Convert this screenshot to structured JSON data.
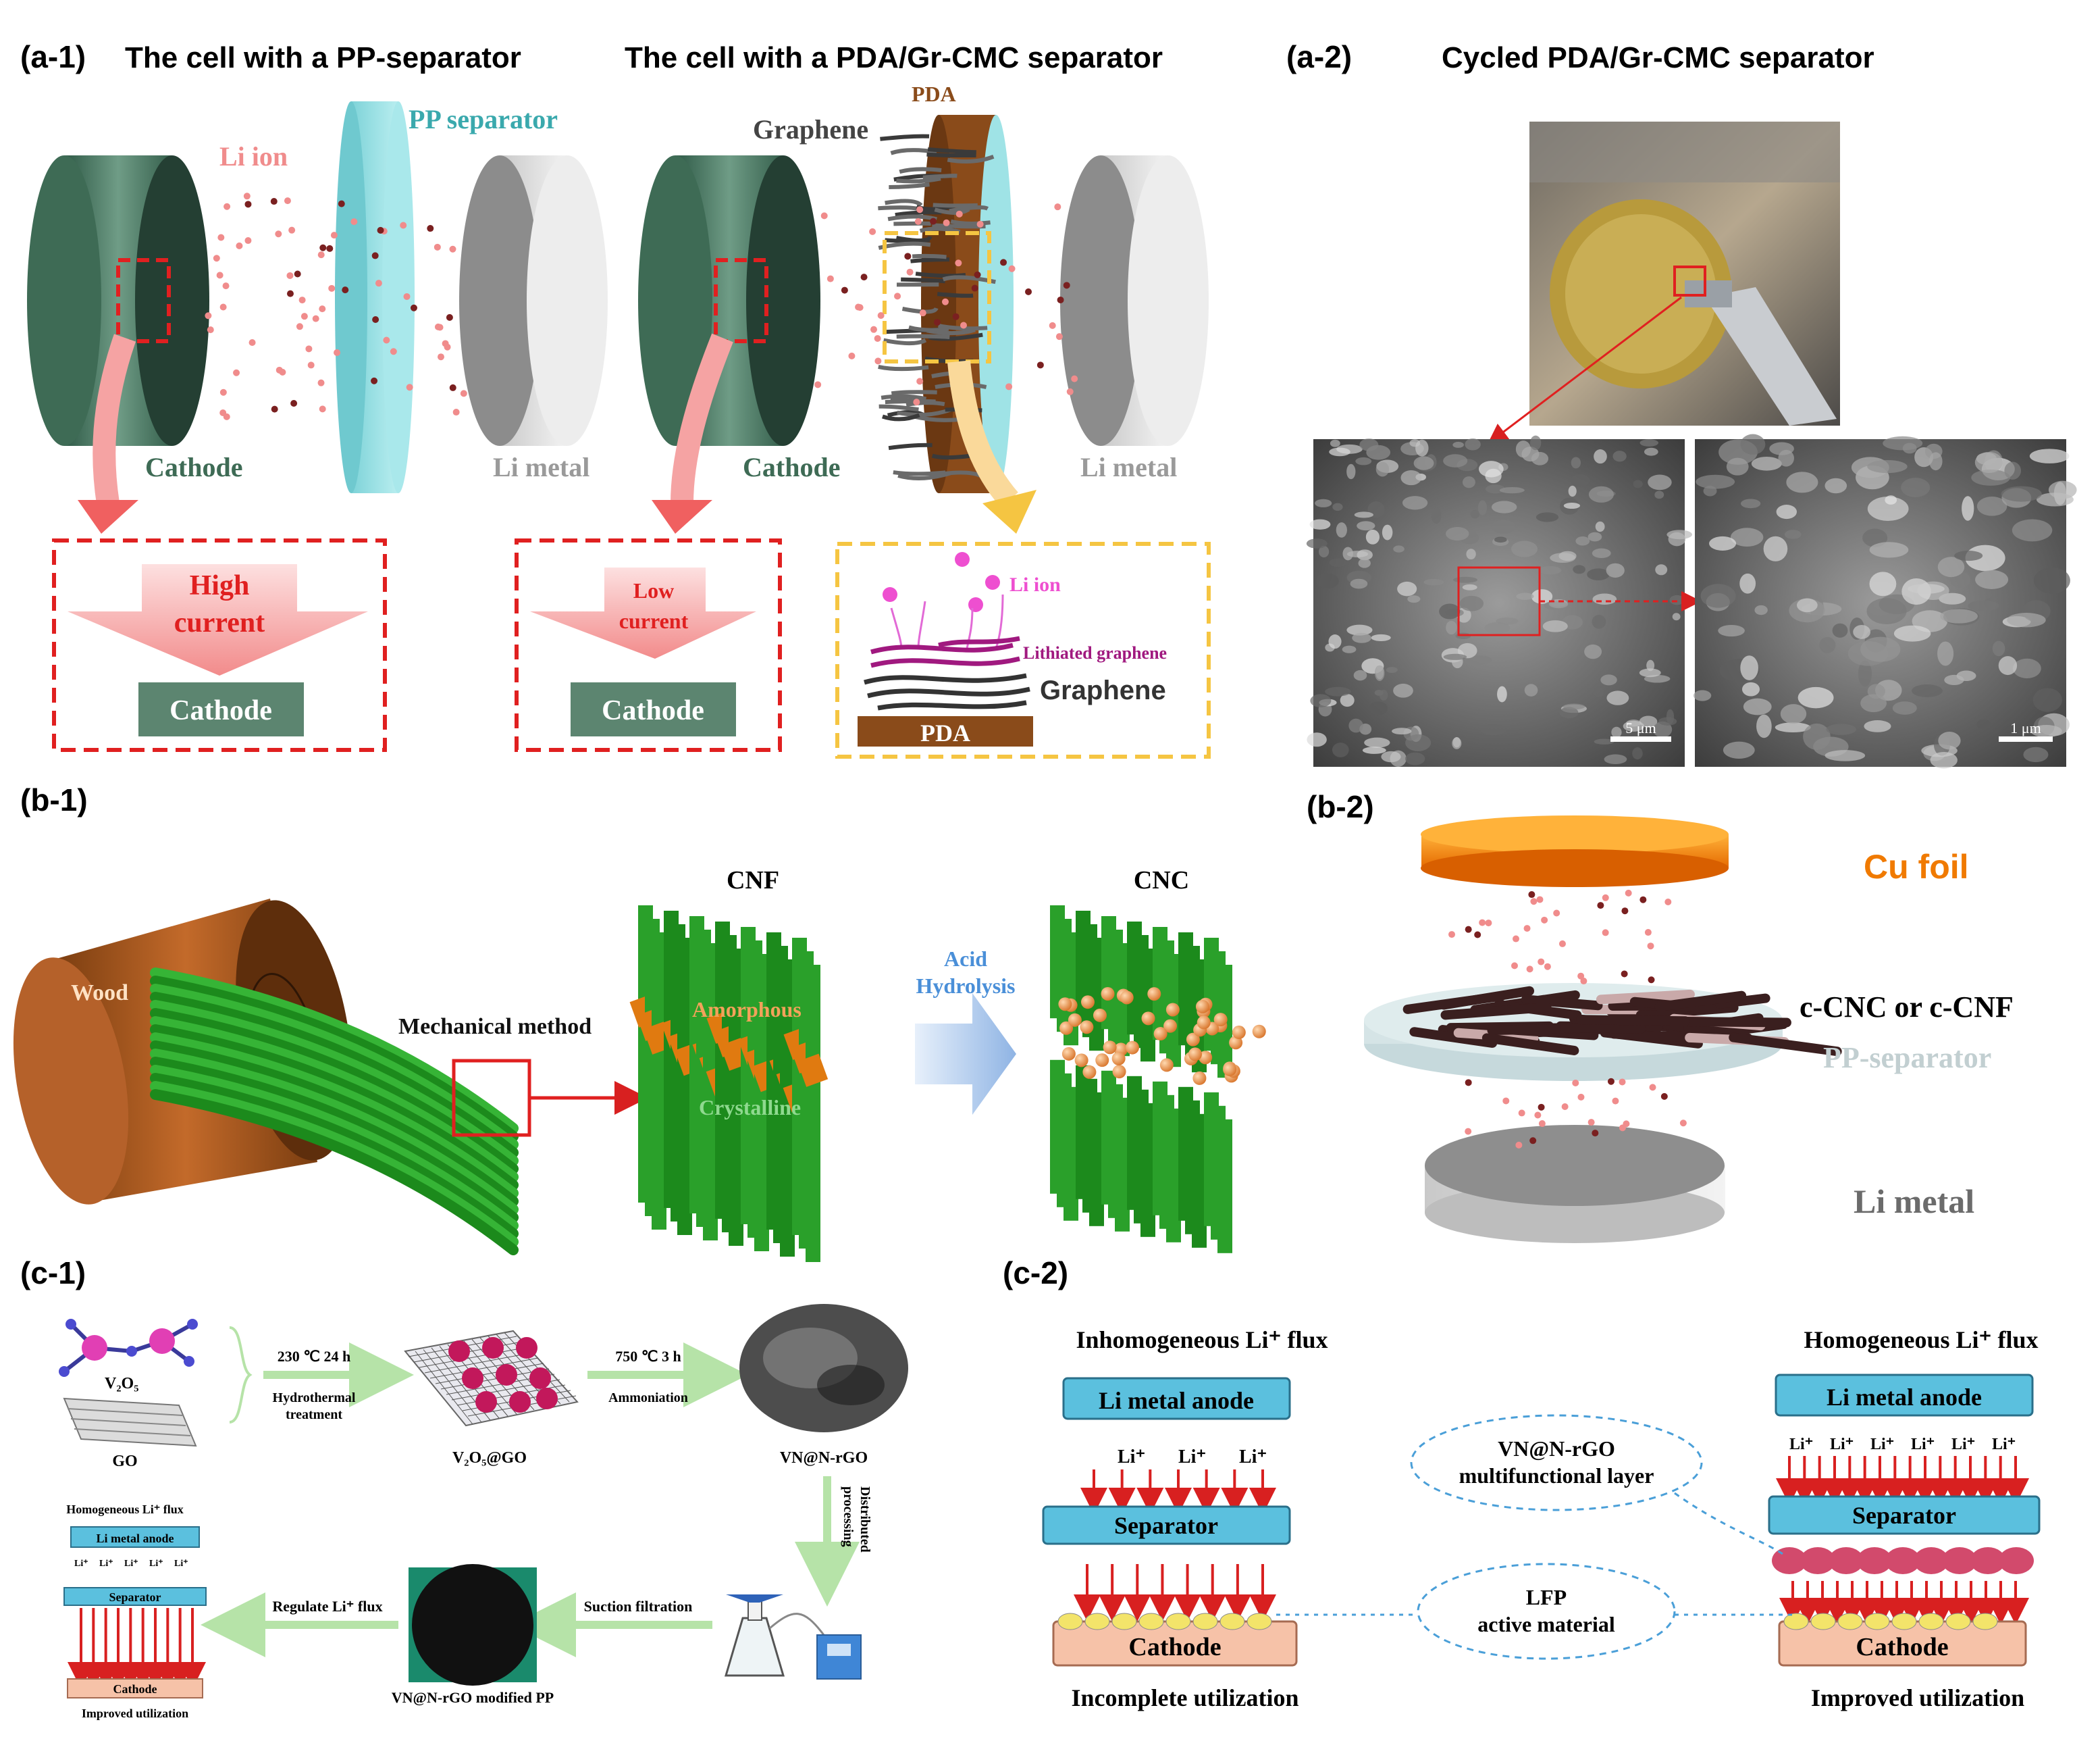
{
  "panels": {
    "a1": {
      "label": "(a-1)",
      "title_pp": "The cell with a PP-separator",
      "title_pda": "The cell with a PDA/Gr-CMC separator",
      "pp_separator": "PP separator",
      "li_ion": "Li ion",
      "graphene": "Graphene",
      "pda": "PDA",
      "cathode": "Cathode",
      "li_metal": "Li metal",
      "high_current": [
        "High",
        "current"
      ],
      "low_current": [
        "Low",
        "current"
      ],
      "box_cathode": "Cathode",
      "inset_li_ion": "Li ion",
      "inset_lithiated": "Lithiated graphene",
      "inset_graphene": "Graphene",
      "inset_pda": "PDA"
    },
    "a2": {
      "label": "(a-2)",
      "title": "Cycled PDA/Gr-CMC separator",
      "scale1": "5 μm",
      "scale2": "1 μm"
    },
    "b1": {
      "label": "(b-1)",
      "wood": "Wood",
      "mechanical": "Mechanical method",
      "cnf": "CNF",
      "cnc": "CNC",
      "amorphous": "Amorphous",
      "crystalline": "Crystalline",
      "acid": [
        "Acid",
        "Hydrolysis"
      ]
    },
    "b2": {
      "label": "(b-2)",
      "cu_foil": "Cu foil",
      "ccnc": "c-CNC  or c-CNF",
      "pp": "PP-separator",
      "li_metal": "Li metal"
    },
    "c1": {
      "label": "(c-1)",
      "v2o5": "V₂O₅",
      "go": "GO",
      "step1_top": "230 ℃ 24 h",
      "step1_bottom": [
        "Hydrothermal",
        "treatment"
      ],
      "v2o5go": "V₂O₅@GO",
      "step2_top": "750 ℃ 3 h",
      "step2_bottom": "Ammoniation",
      "vnrgo": "VN@N-rGO",
      "distributed": [
        "Distributed",
        "processing"
      ],
      "suction": "Suction filtration",
      "modified_pp": "VN@N-rGO modified PP",
      "regulate": "Regulate Li⁺ flux",
      "mini_homog": "Homogeneous Li⁺ flux",
      "mini_anode": "Li metal anode",
      "mini_li": "Li⁺",
      "mini_separator": "Separator",
      "mini_cathode": "Cathode",
      "mini_improved": "Improved utilization"
    },
    "c2": {
      "label": "(c-2)",
      "inhomog": "Inhomogeneous Li⁺ flux",
      "homog": "Homogeneous Li⁺ flux",
      "anode": "Li metal anode",
      "li": "Li⁺",
      "separator": "Separator",
      "cathode": "Cathode",
      "incomplete": "Incomplete utilization",
      "improved": "Improved utilization",
      "vn_layer": [
        "VN@N-rGO",
        "multifunctional layer"
      ],
      "lfp": [
        "LFP",
        "active material"
      ]
    }
  },
  "colors": {
    "cathode_green": "#3e6b55",
    "pp_cyan": "#8fdde0",
    "li_pink": "#f08c8c",
    "red_dash": "#e02020",
    "yellow_dash": "#f5c542",
    "pda_brown": "#8a4b1a",
    "cnf_green": "#1c8a1c",
    "cnf_orange": "#e07a10",
    "cu_orange": "#f07a00",
    "flux_arrow": "#d82020",
    "anode_blue": "#5bc0de",
    "cathode_pink": "#f6c2a8",
    "process_arrow": "#b6e3a8"
  }
}
